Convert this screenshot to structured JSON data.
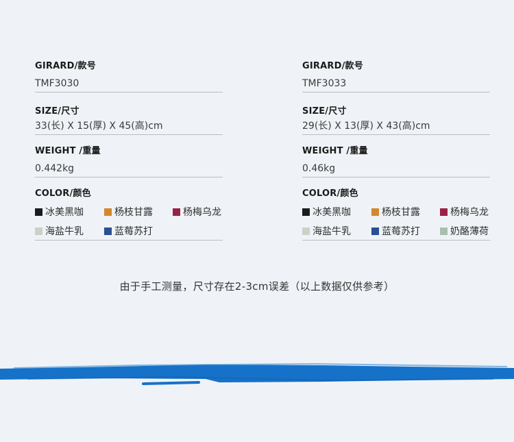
{
  "products": [
    {
      "girard_label": "GIRARD/款号",
      "model": "TMF3030",
      "size_label": "SIZE/尺寸",
      "size": "33(长) X 15(厚) X 45(高)cm",
      "weight_label": "WEIGHT /重量",
      "weight": "0.442kg",
      "color_label": "COLOR/颜色",
      "colors": [
        {
          "name": "冰美黑咖",
          "hex": "#1c1c1e"
        },
        {
          "name": "杨枝甘露",
          "hex": "#d4872e"
        },
        {
          "name": "杨梅乌龙",
          "hex": "#9a2246"
        },
        {
          "name": "海盐牛乳",
          "hex": "#ccd1c8"
        },
        {
          "name": "蓝莓苏打",
          "hex": "#2a4f93"
        }
      ]
    },
    {
      "girard_label": "GIRARD/款号",
      "model": "TMF3033",
      "size_label": "SIZE/尺寸",
      "size": "29(长) X 13(厚) X 43(高)cm",
      "weight_label": "WEIGHT /重量",
      "weight": "0.46kg",
      "color_label": "COLOR/颜色",
      "colors": [
        {
          "name": "冰美黑咖",
          "hex": "#1c1c1e"
        },
        {
          "name": "杨枝甘露",
          "hex": "#d4872e"
        },
        {
          "name": "杨梅乌龙",
          "hex": "#9a2246"
        },
        {
          "name": "海盐牛乳",
          "hex": "#ccd1c8"
        },
        {
          "name": "蓝莓苏打",
          "hex": "#2a4f93"
        },
        {
          "name": "奶酪薄荷",
          "hex": "#a9bfae"
        }
      ]
    }
  ],
  "note": "由于手工测量，尺寸存在2-3cm误差（以上数据仅供参考）",
  "accent_color": "#1672c8"
}
